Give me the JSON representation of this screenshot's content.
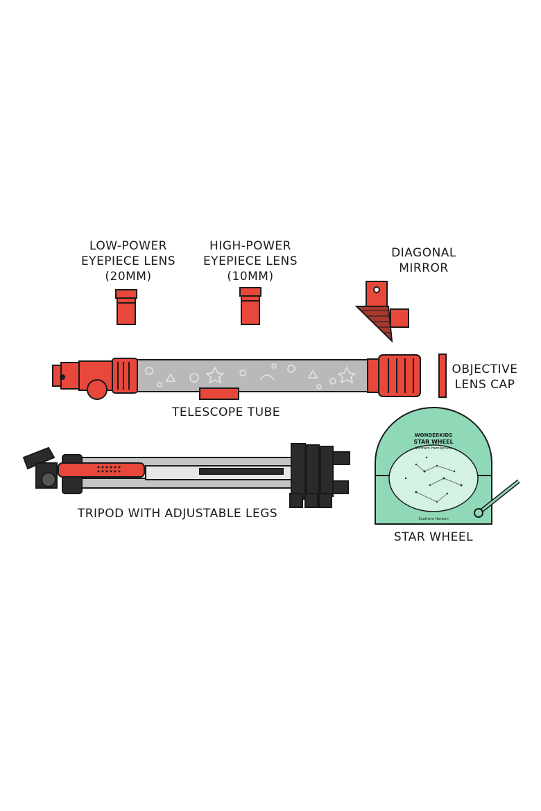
{
  "labels": {
    "low_power": [
      "Low-Power",
      "Eyepiece Lens",
      "(20mm)"
    ],
    "high_power": [
      "High-Power",
      "Eyepiece Lens",
      "(10mm)"
    ],
    "diagonal": [
      "Diagonal",
      "Mirror"
    ],
    "objective": [
      "Objective",
      "Lens Cap"
    ],
    "telescope": "Telescope Tube",
    "tripod": "Tripod with Adjustable Legs",
    "star_wheel": "Star Wheel"
  },
  "star_wheel_face": {
    "brand": "WONDERKIDS",
    "title": "STAR WHEEL",
    "subtitle": "Northern Hemisphere",
    "footer": "Southern Horizon"
  },
  "colors": {
    "red": "#e8483b",
    "outline": "#1a1a1a",
    "tube_gray": "#b9b9b9",
    "leg_gray": "#c4c4c4",
    "tripod_black": "#2b2b2b",
    "mint": "#8fd9b8",
    "pale_mint": "#d4f2e3"
  }
}
